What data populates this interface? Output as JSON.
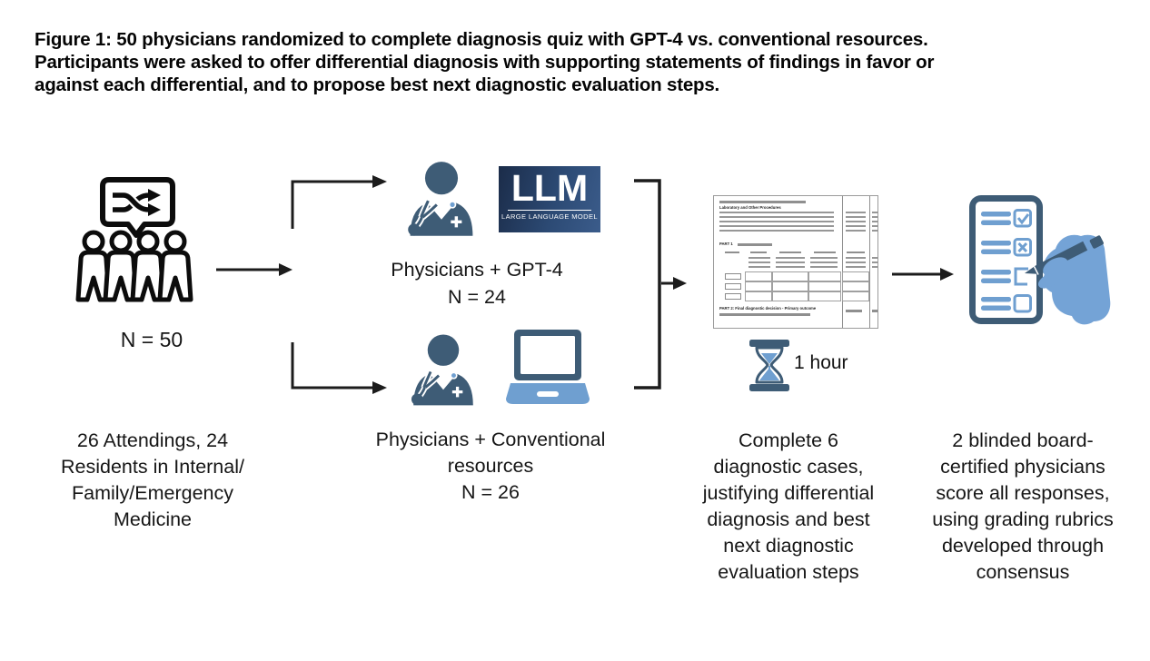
{
  "figure_caption": {
    "lines": [
      "Figure 1: 50 physicians randomized to complete diagnosis quiz with GPT-4 vs. conventional resources.",
      "Participants were asked to offer differential diagnosis with supporting statements of findings in favor or",
      "against each differential, and to propose best next diagnostic evaluation steps."
    ]
  },
  "cohort": {
    "icon": "people-shuffle-icon",
    "n_label": "N = 50",
    "description_lines": [
      "26 Attendings, 24",
      "Residents in Internal/",
      "Family/Emergency",
      "Medicine"
    ]
  },
  "arms": {
    "gpt4": {
      "icon": "physician-icon",
      "llm_card": {
        "title": "LLM",
        "subtitle": "LARGE LANGUAGE MODEL"
      },
      "caption_lines": [
        "Physicians + GPT-4",
        "N = 24"
      ]
    },
    "conventional": {
      "icon": "laptop-icon",
      "caption_lines": [
        "Physicians + Conventional",
        "resources",
        "N = 26"
      ]
    }
  },
  "assessment": {
    "duration_label": "1 hour",
    "worksheet": {
      "section1_heading": "Laboratory and Other Procedures",
      "part1_label": "PART 1",
      "part2_label": "PART 2: Final diagnostic decision - Primary outcome"
    },
    "caption_lines": [
      "Complete 6",
      "diagnostic cases,",
      "justifying differential",
      "diagnosis and best",
      "next diagnostic",
      "evaluation steps"
    ]
  },
  "scoring": {
    "icon": "checklist-pen-icon",
    "caption_lines": [
      "2 blinded board-",
      "certified physicians",
      "score all responses,",
      "using grading rubrics",
      "developed through",
      "consensus"
    ]
  },
  "colors": {
    "slate": "#3e5c76",
    "lightblue": "#6f9fd0",
    "hand": "#74a3d6",
    "navy1": "#1b2c49",
    "navy2": "#3b5c8b",
    "ink": "#1c1c1c"
  }
}
